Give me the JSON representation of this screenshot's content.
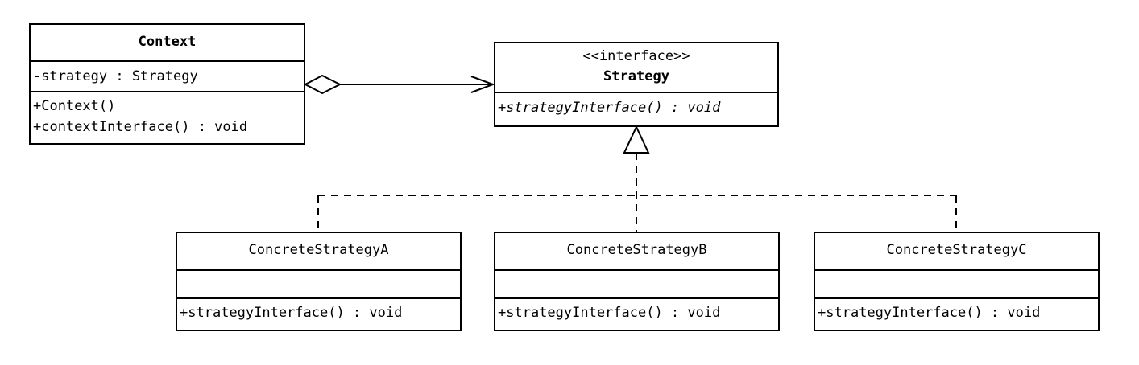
{
  "context": {
    "name": "Context",
    "attributes": [
      "-strategy : Strategy"
    ],
    "operations": [
      "+Context()",
      "+contextInterface() : void"
    ]
  },
  "strategy": {
    "stereotype": "<<interface>>",
    "name": "Strategy",
    "operations": [
      "+strategyInterface() : void"
    ]
  },
  "concrete": [
    {
      "name": "ConcreteStrategyA",
      "operations": [
        "+strategyInterface() : void"
      ]
    },
    {
      "name": "ConcreteStrategyB",
      "operations": [
        "+strategyInterface() : void"
      ]
    },
    {
      "name": "ConcreteStrategyC",
      "operations": [
        "+strategyInterface() : void"
      ]
    }
  ]
}
